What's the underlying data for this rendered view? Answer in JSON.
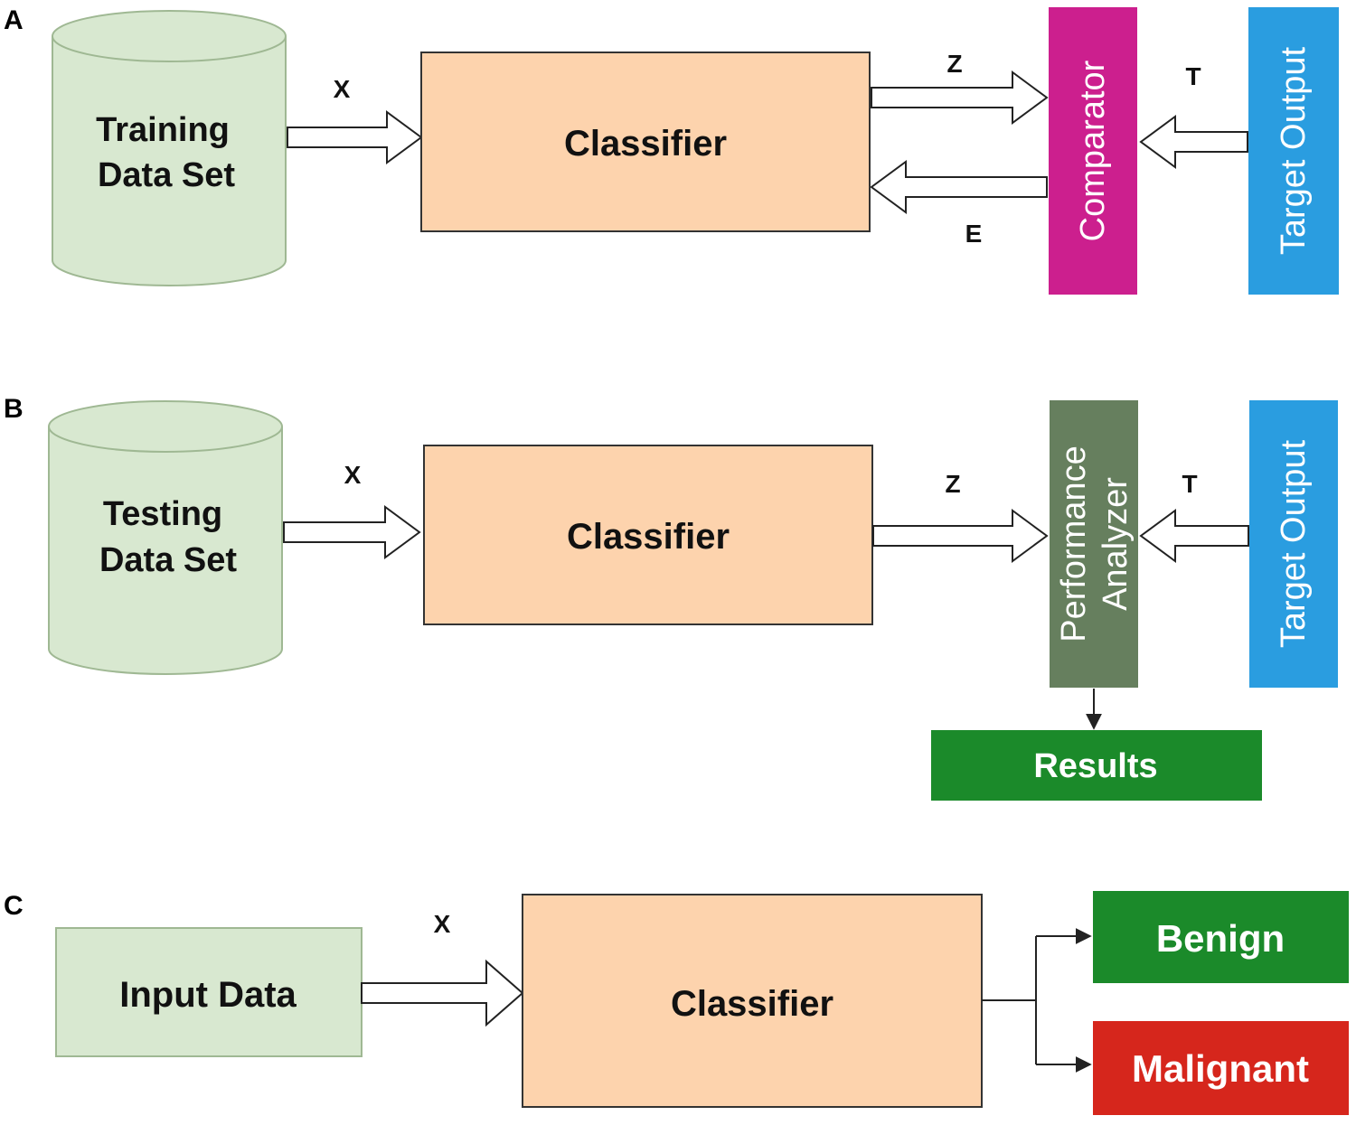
{
  "panels": {
    "a": {
      "letter": "A",
      "database": [
        "Training",
        "Data Set"
      ],
      "input_signal": "X",
      "classifier": "Classifier",
      "output_signal": "Z",
      "error_signal": "E",
      "comparator": "Comparator",
      "target_signal": "T",
      "target": "Target Output"
    },
    "b": {
      "letter": "B",
      "database": [
        "Testing",
        "Data Set"
      ],
      "input_signal": "X",
      "classifier": "Classifier",
      "output_signal": "Z",
      "analyzer": [
        "Performance",
        "Analyzer"
      ],
      "target_signal": "T",
      "target": "Target Output",
      "results": "Results"
    },
    "c": {
      "letter": "C",
      "input": "Input Data",
      "input_signal": "X",
      "classifier": "Classifier",
      "outputs": [
        "Benign",
        "Malignant"
      ]
    }
  },
  "colors": {
    "database_fill": "#d8e8d0",
    "database_stroke": "#9fb893",
    "classifier_fill": "#fdd3ad",
    "classifier_stroke": "#333333",
    "comparator": "#cc1f8e",
    "target": "#2a9de0",
    "analyzer": "#667f5e",
    "results": "#1b8a2a",
    "benign": "#1b8a2a",
    "malignant": "#d6261c"
  }
}
